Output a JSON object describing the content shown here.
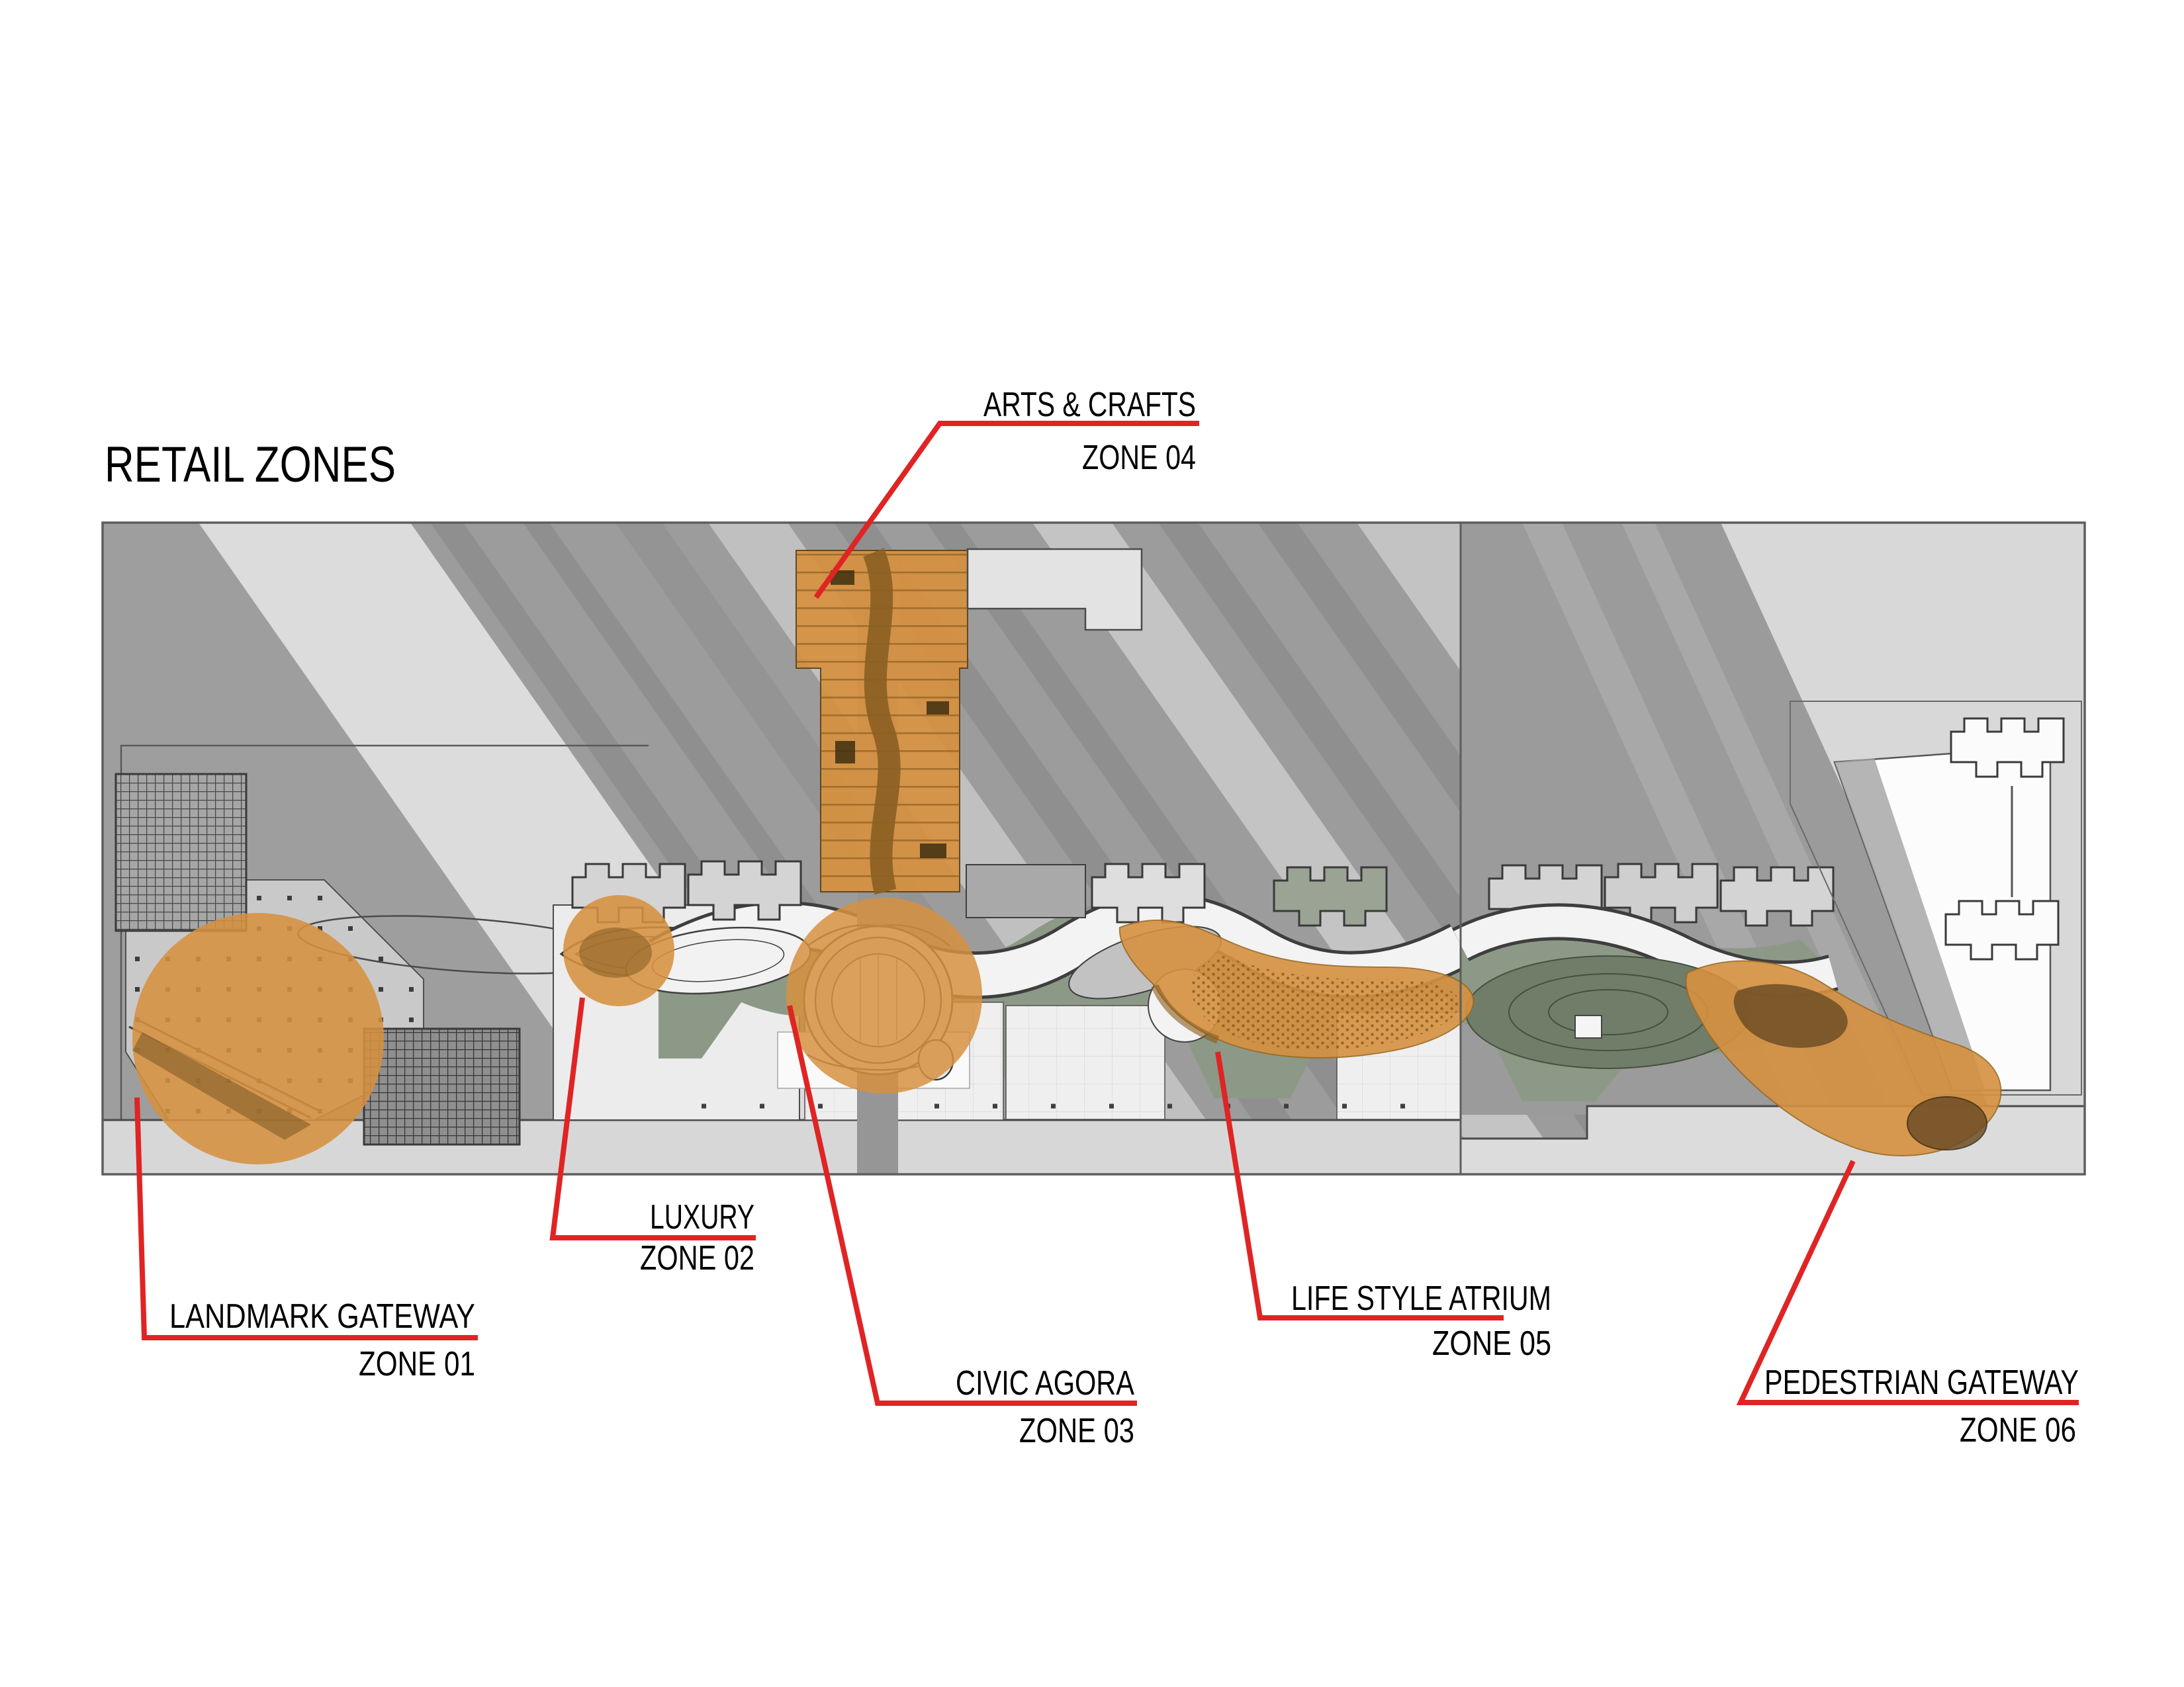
{
  "title": "RETAIL ZONES",
  "colors": {
    "accent_red": "#e02424",
    "zone_orange": "#d69140",
    "sage_green": "#8d9987",
    "plan_gray": "#c3c3c3"
  },
  "annotations": {
    "zone01": {
      "name": "LANDMARK GATEWAY",
      "zone": "ZONE 01"
    },
    "zone02": {
      "name": "LUXURY",
      "zone": "ZONE 02"
    },
    "zone03": {
      "name": "CIVIC AGORA",
      "zone": "ZONE 03"
    },
    "zone04": {
      "name": "ARTS & CRAFTS",
      "zone": "ZONE 04"
    },
    "zone05": {
      "name": "LIFE STYLE ATRIUM",
      "zone": "ZONE 05"
    },
    "zone06": {
      "name": "PEDESTRIAN GATEWAY",
      "zone": "ZONE 06"
    }
  }
}
